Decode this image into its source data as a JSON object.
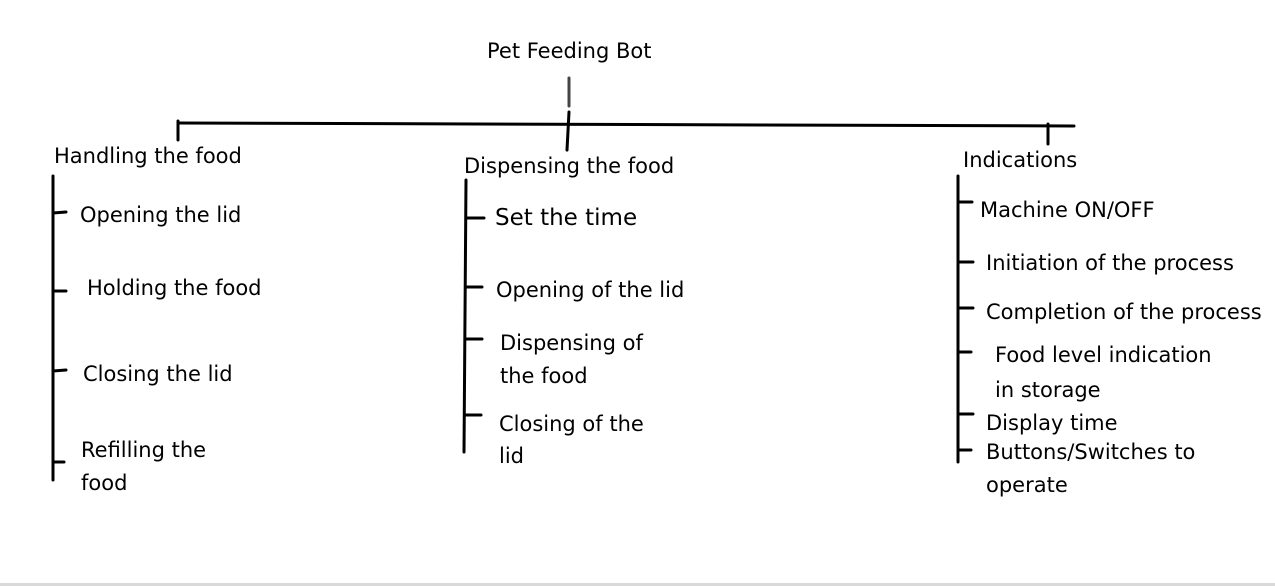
{
  "title": "Pet Feeding Bot",
  "colors": {
    "ink": "#000000",
    "background": "#ffffff"
  },
  "branches": [
    {
      "label": "Handling the food",
      "items": [
        "Opening the lid",
        "Holding the food",
        "Closing the lid",
        [
          "Refilling the",
          "food"
        ]
      ]
    },
    {
      "label": "Dispensing the food",
      "items": [
        "Set the time",
        "Opening of the lid",
        [
          "Dispensing of",
          "the food"
        ],
        [
          "Closing of the",
          "lid"
        ]
      ]
    },
    {
      "label": "Indications",
      "items": [
        "Machine ON/OFF",
        "Initiation of the process",
        "Completion of the process",
        [
          "Food level indication",
          "in storage"
        ],
        "Display time",
        [
          "Buttons/Switches to",
          "operate"
        ]
      ]
    }
  ]
}
